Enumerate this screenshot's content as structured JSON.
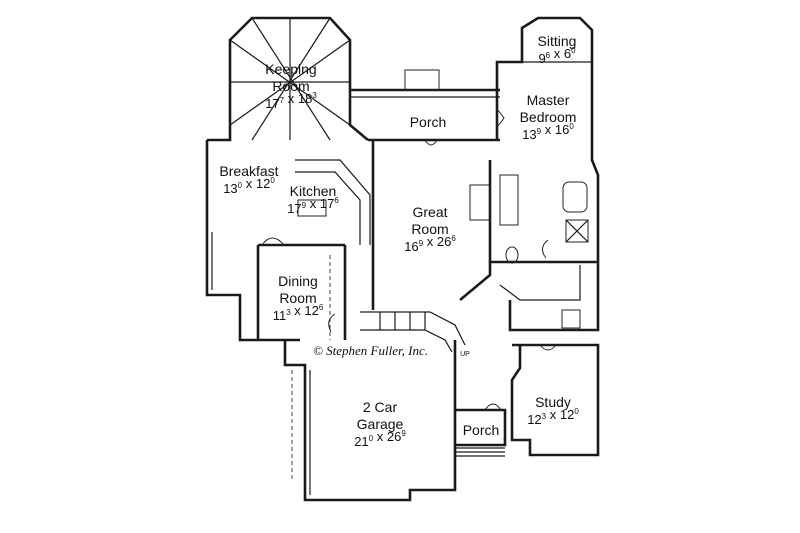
{
  "rooms": [
    {
      "id": "keeping-room",
      "name_lines": [
        "Keeping",
        "Room"
      ],
      "dim": {
        "w": "17",
        "ws": "7",
        "h": "18",
        "hs": "3"
      }
    },
    {
      "id": "porch-rear",
      "name_lines": [
        "Porch"
      ],
      "dim": null
    },
    {
      "id": "sitting",
      "name_lines": [
        "Sitting"
      ],
      "dim": {
        "w": "9",
        "ws": "6",
        "h": "6",
        "hs": "0"
      }
    },
    {
      "id": "master-bedroom",
      "name_lines": [
        "Master",
        "Bedroom"
      ],
      "dim": {
        "w": "13",
        "ws": "9",
        "h": "16",
        "hs": "0"
      }
    },
    {
      "id": "breakfast",
      "name_lines": [
        "Breakfast"
      ],
      "dim": {
        "w": "13",
        "ws": "0",
        "h": "12",
        "hs": "0"
      }
    },
    {
      "id": "kitchen",
      "name_lines": [
        "Kitchen"
      ],
      "dim": {
        "w": "17",
        "ws": "9",
        "h": "17",
        "hs": "6"
      }
    },
    {
      "id": "great-room",
      "name_lines": [
        "Great",
        "Room"
      ],
      "dim": {
        "w": "16",
        "ws": "9",
        "h": "26",
        "hs": "6"
      }
    },
    {
      "id": "dining-room",
      "name_lines": [
        "Dining",
        "Room"
      ],
      "dim": {
        "w": "11",
        "ws": "3",
        "h": "12",
        "hs": "6"
      }
    },
    {
      "id": "study",
      "name_lines": [
        "Study"
      ],
      "dim": {
        "w": "12",
        "ws": "3",
        "h": "12",
        "hs": "0"
      }
    },
    {
      "id": "garage",
      "name_lines": [
        "2 Car",
        "Garage"
      ],
      "dim": {
        "w": "21",
        "ws": "0",
        "h": "26",
        "hs": "9"
      }
    },
    {
      "id": "porch-front",
      "name_lines": [
        "Porch"
      ],
      "dim": null
    }
  ],
  "credit": {
    "symbol": "©",
    "name": "Stephen Fuller",
    "suffix": ", Inc."
  },
  "stair_label": "UP",
  "dim_separator": " x "
}
